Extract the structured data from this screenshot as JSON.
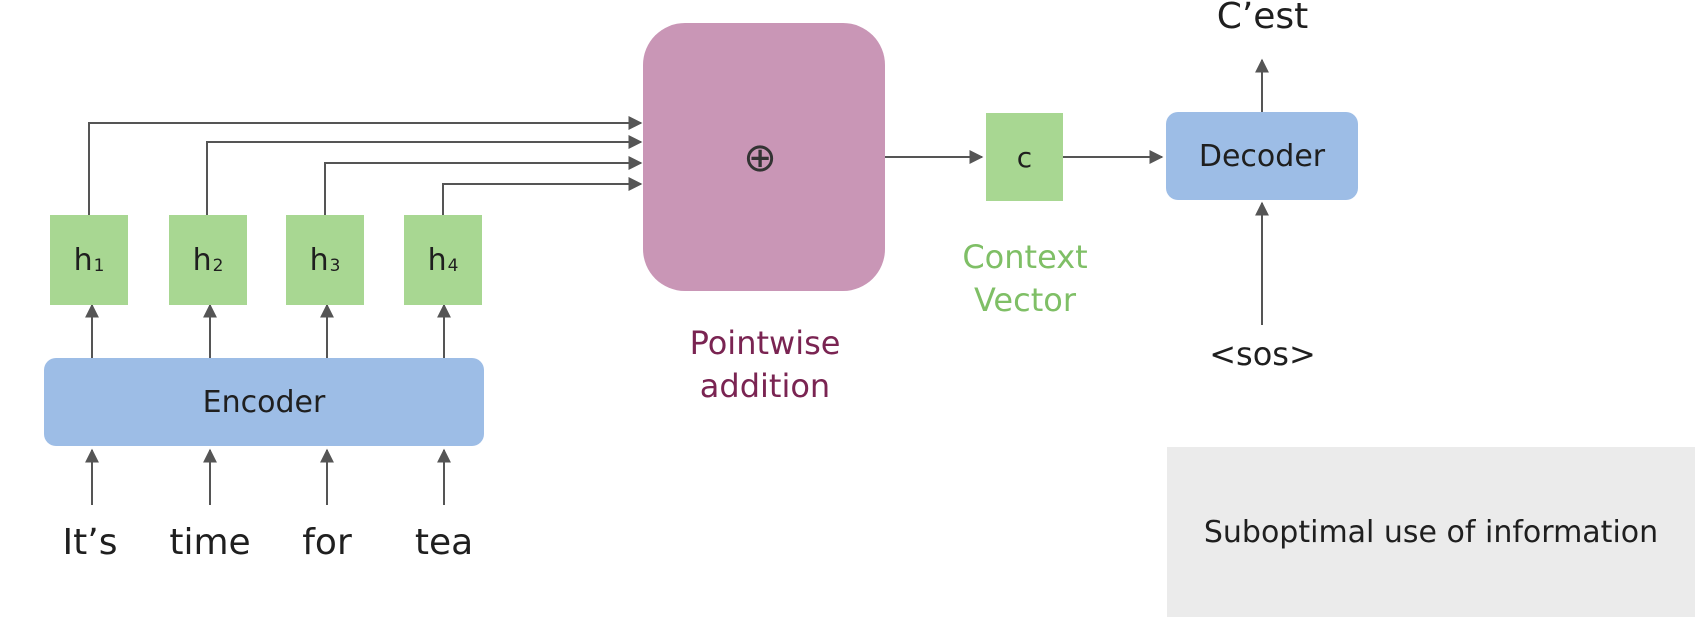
{
  "encoder": {
    "label": "Encoder",
    "hidden_states": [
      {
        "base": "h",
        "sub": "1"
      },
      {
        "base": "h",
        "sub": "2"
      },
      {
        "base": "h",
        "sub": "3"
      },
      {
        "base": "h",
        "sub": "4"
      }
    ],
    "inputs": [
      "It’s",
      "time",
      "for",
      "tea"
    ]
  },
  "pointwise": {
    "label_line1": "Pointwise",
    "label_line2": "addition",
    "operator": "⊕",
    "label_color": "#7a2452"
  },
  "context": {
    "box_label": "c",
    "label_line1": "Context",
    "label_line2": "Vector",
    "label_color": "#7fbf66"
  },
  "decoder": {
    "label": "Decoder",
    "input": "<sos>",
    "output": "C’est"
  },
  "callout": {
    "text": "Suboptimal use of information"
  },
  "colors": {
    "encoder_fill": "#9dbde6",
    "hidden_fill": "#a8d792",
    "pointwise_fill": "#c996b6",
    "arrow": "#555555"
  }
}
